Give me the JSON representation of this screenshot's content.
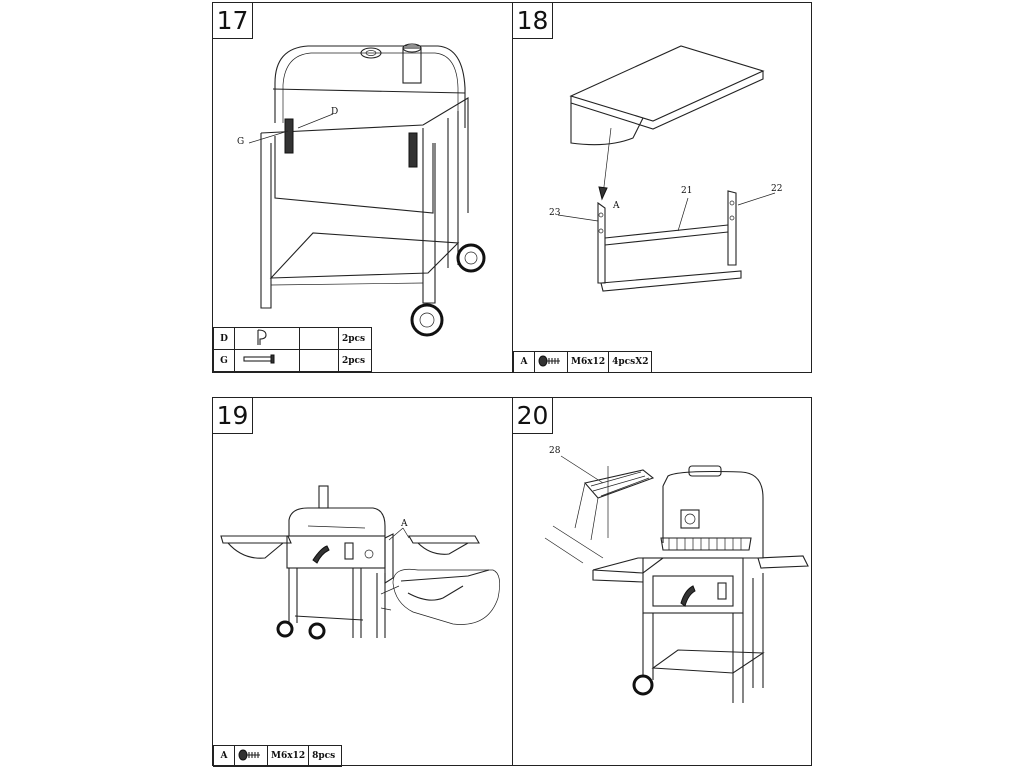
{
  "steps": [
    {
      "number": "17",
      "callouts": {
        "d": "D",
        "g": "G"
      },
      "parts": [
        {
          "code": "D",
          "icon": "r-clip-pin-icon",
          "size": "",
          "qty": "2pcs"
        },
        {
          "code": "G",
          "icon": "long-pin-icon",
          "size": "",
          "qty": "2pcs"
        }
      ]
    },
    {
      "number": "18",
      "callouts": {
        "a": "A",
        "c21": "21",
        "c22": "22",
        "c23": "23"
      },
      "parts": [
        {
          "code": "A",
          "icon": "bolt-icon",
          "size": "M6x12",
          "qty": "4pcsX2"
        }
      ]
    },
    {
      "number": "19",
      "callouts": {
        "a": "A"
      },
      "parts": [
        {
          "code": "A",
          "icon": "bolt-icon",
          "size": "M6x12",
          "qty": "8pcs"
        }
      ]
    },
    {
      "number": "20",
      "callouts": {
        "c28": "28"
      },
      "parts": []
    }
  ]
}
